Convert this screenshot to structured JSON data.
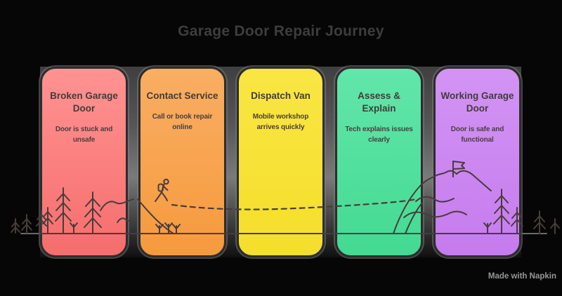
{
  "page": {
    "title": "Garage Door Repair Journey",
    "watermark": "Made with Napkin",
    "background_color": "#060606",
    "title_color": "#3d3d3d",
    "line_art_color": "#483c3c"
  },
  "cards": [
    {
      "title": "Broken Garage Door",
      "subtitle": "Door is stuck and unsafe",
      "color_top": "#ff9392",
      "color_bottom": "#f66d6d"
    },
    {
      "title": "Contact Service",
      "subtitle": "Call or book repair online",
      "color_top": "#f9ae63",
      "color_bottom": "#f69a3d"
    },
    {
      "title": "Dispatch Van",
      "subtitle": "Mobile workshop arrives quickly",
      "color_top": "#f9e643",
      "color_bottom": "#f5de2b"
    },
    {
      "title": "Assess & Explain",
      "subtitle": "Tech explains issues clearly",
      "color_top": "#62e6aa",
      "color_bottom": "#43da92"
    },
    {
      "title": "Working Garage Door",
      "subtitle": "Door is safe and functional",
      "color_top": "#d294f4",
      "color_bottom": "#c67bee"
    }
  ],
  "illustration": {
    "elements": [
      "pine-trees",
      "hiker",
      "dashed-trail",
      "mountain",
      "summit-flag",
      "ground-line"
    ]
  }
}
